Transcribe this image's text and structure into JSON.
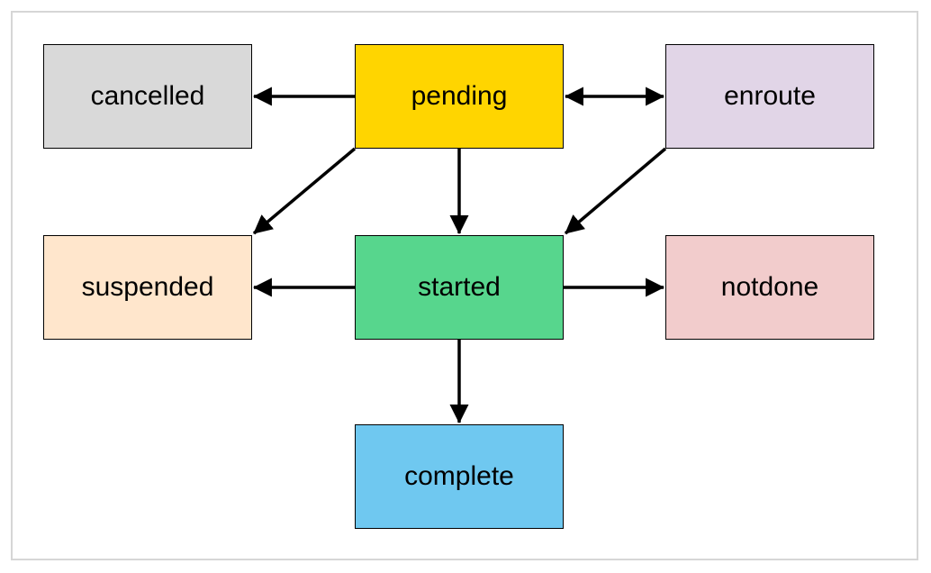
{
  "nodes": {
    "pending": {
      "label": "pending",
      "color": "#ffd500"
    },
    "cancelled": {
      "label": "cancelled",
      "color": "#d9d9d9"
    },
    "enroute": {
      "label": "enroute",
      "color": "#e1d5e7"
    },
    "suspended": {
      "label": "suspended",
      "color": "#ffe6cc"
    },
    "started": {
      "label": "started",
      "color": "#57d68d"
    },
    "notdone": {
      "label": "notdone",
      "color": "#f2cccc"
    },
    "complete": {
      "label": "complete",
      "color": "#6fc8f0"
    }
  },
  "edges": [
    {
      "from": "pending",
      "to": "cancelled",
      "bidirectional": false
    },
    {
      "from": "pending",
      "to": "enroute",
      "bidirectional": true
    },
    {
      "from": "pending",
      "to": "suspended",
      "bidirectional": false
    },
    {
      "from": "pending",
      "to": "started",
      "bidirectional": false
    },
    {
      "from": "enroute",
      "to": "started",
      "bidirectional": false
    },
    {
      "from": "started",
      "to": "suspended",
      "bidirectional": false
    },
    {
      "from": "started",
      "to": "notdone",
      "bidirectional": false
    },
    {
      "from": "started",
      "to": "complete",
      "bidirectional": false
    }
  ]
}
